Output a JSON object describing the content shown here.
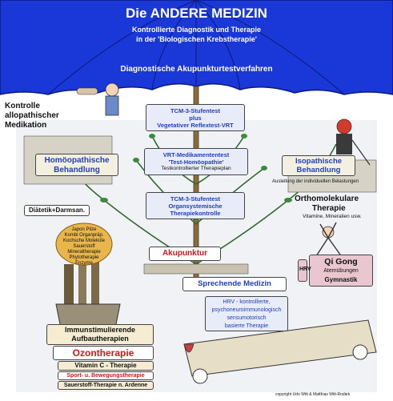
{
  "header": {
    "title": "Die ANDERE MEDIZIN",
    "subtitle_line1": "Kontrollierte Diagnostik und Therapie",
    "subtitle_line2": "in der 'Biologischen Krebstherapie'",
    "umbrella_label": "Diagnostische Akupunkturtestverfahren"
  },
  "center": {
    "box1": [
      "TCM-3-Stufentest",
      "plus",
      "Vegetativer Reflextest-VRT"
    ],
    "box2": [
      "VRT-Medikamententest",
      "'Test-Homöopathie'",
      "Testkontrollierter Therapieplan"
    ],
    "box3": [
      "TCM-3-Stufentest",
      "Organsystemische",
      "Therapiekontrolle"
    ],
    "akupunktur": "Akupunktur"
  },
  "left": {
    "kontrolle": [
      "Kontrolle",
      "allopathischer",
      "Medikation"
    ],
    "homoeo": [
      "Homöopathische",
      "Behandlung"
    ],
    "diaetetik": "Diätetik+Darmsan.",
    "tiny_plate": [
      "Japon Pilze",
      "Kombi Organpräp.",
      "Kochsche Moleküle",
      "Sauerstoff",
      "Mineraltherapie",
      "Phytotherapie",
      "Enzyme"
    ],
    "immun": [
      "Immunstimulierende",
      "Aufbautherapien"
    ],
    "ozon": "Ozontherapie",
    "vitamin": "Vitamin C - Therapie",
    "sport": "Sport- u. Bewegungstherapie",
    "sauerstoff": "Sauerstoff-Therapie n. Ardenne"
  },
  "right": {
    "isopathische": [
      "Isopathische",
      "Behandlung"
    ],
    "ausleitung": "Ausleitung der individuellen Belastungen",
    "ortho": [
      "Orthomolekulare",
      "Therapie"
    ],
    "ortho_note": "Vitamine, Mineralien usw.",
    "qigong": "Qi Gong",
    "atem": "Atemübungen",
    "gymnastik": "Gymnastik",
    "hrv_label": "HRV"
  },
  "bottom": {
    "sprechende": "Sprechende Medizin",
    "hrv_box": [
      "HRV - kontrollierte,",
      "psychoneuroimmunologisch",
      "sensumotorisch",
      "basierte Therapie"
    ],
    "copyright": "copyright Udo Witt & Matthias Witt-Rodiek"
  },
  "colors": {
    "umbrella": "#1a37d8",
    "header_text": "#ffffff",
    "box_fill": "#e8ecf8",
    "accent_red": "#d01818",
    "accent_blue": "#1f3fbf",
    "plate_gold": "#e8b64a",
    "qigong_fill": "#e9c6d0",
    "sky": "#eef0f8"
  },
  "icons": [
    "umbrella",
    "vine-stem",
    "tools-in-bucket",
    "figure-with-pill",
    "devil-figure",
    "jumping-figure",
    "wheel-cart-bed",
    "mortar-vessel"
  ]
}
